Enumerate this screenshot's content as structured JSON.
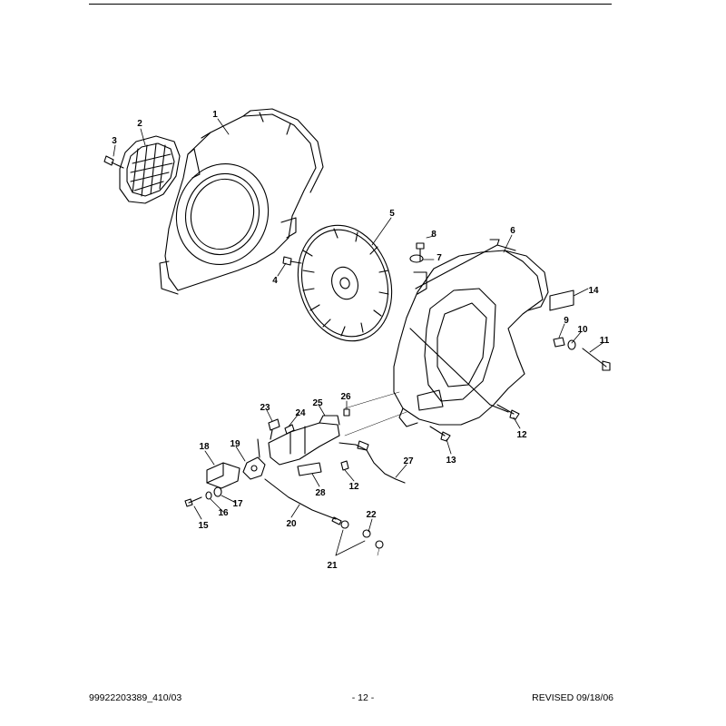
{
  "footer": {
    "doc_number": "99922203389_410/03",
    "page_number": "- 12 -",
    "revision": "REVISED 09/18/06"
  },
  "callouts": [
    "1",
    "2",
    "3",
    "4",
    "5",
    "6",
    "7",
    "8",
    "9",
    "10",
    "11",
    "12",
    "12",
    "13",
    "14",
    "15",
    "16",
    "17",
    "18",
    "19",
    "20",
    "21",
    "22",
    "23",
    "24",
    "25",
    "26",
    "27",
    "28",
    "12"
  ]
}
